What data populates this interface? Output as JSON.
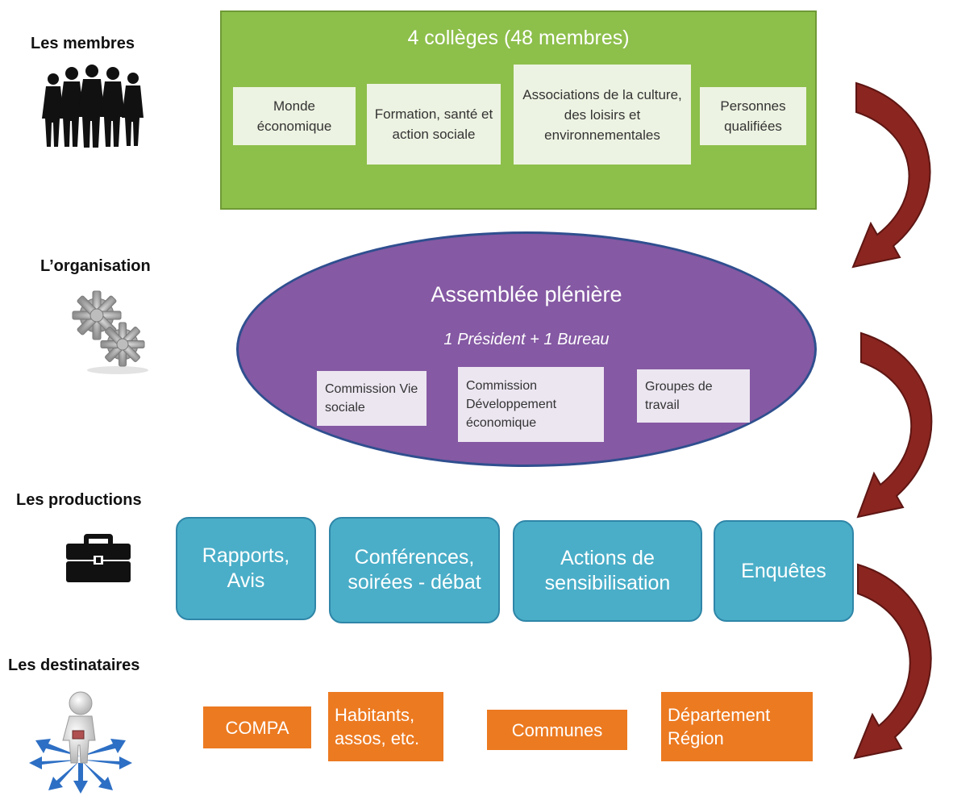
{
  "sections": {
    "members_label": "Les membres",
    "organisation_label": "L’organisation",
    "productions_label": "Les productions",
    "recipients_label": "Les destinataires"
  },
  "members": {
    "title": "4 collèges (48 membres)",
    "colleges": [
      "Monde économique",
      "Formation, santé et action sociale",
      "Associations de la culture, des loisirs et environnementales",
      "Personnes qualifiées"
    ]
  },
  "organisation": {
    "title": "Assemblée plénière",
    "subtitle": "1 Président + 1 Bureau",
    "bodies": [
      "Commission Vie sociale",
      "Commission Développement économique",
      "Groupes de travail"
    ]
  },
  "productions": {
    "items": [
      "Rapports, Avis",
      "Conférences, soirées - débat",
      "Actions de sensibilisation",
      "Enquêtes"
    ]
  },
  "recipients": {
    "items": [
      "COMPA",
      "Habitants, assos, etc.",
      "Communes",
      "Département Région"
    ]
  },
  "colors": {
    "members_green": "#8dbf4b",
    "organisation_purple": "#8559a3",
    "productions_teal": "#4aaec8",
    "recipients_orange": "#ec7a21",
    "arrow_red": "#8b2520"
  },
  "icons": [
    "people-silhouette-icon",
    "gears-icon",
    "briefcase-icon",
    "person-arrows-icon",
    "curved-arrow-icon"
  ]
}
